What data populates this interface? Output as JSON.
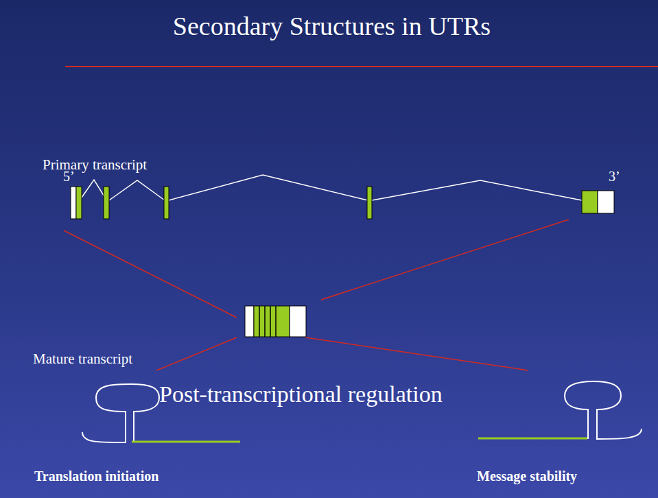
{
  "diagram": {
    "title": "Secondary Structures in UTRs",
    "labels": [
      "Primary transcript",
      "5’",
      "3’",
      "Mature transcript",
      "Post-transcriptional regulation",
      "Translation initiation",
      "Message stability"
    ]
  }
}
